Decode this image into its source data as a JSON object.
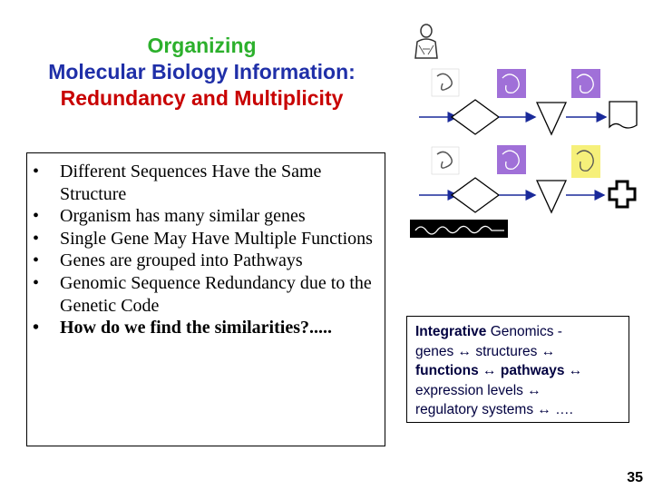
{
  "title": {
    "line1": "Organizing",
    "line2": "Molecular Biology Information:",
    "line3": "Redundancy and Multiplicity",
    "color_line1": "#2cb02c",
    "color_line2": "#1f2fa8",
    "color_line3": "#c80000"
  },
  "bullets": [
    "Different Sequences Have the Same Structure",
    "Organism has many similar genes",
    "Single Gene May Have Multiple Functions",
    "Genes are grouped into Pathways",
    "Genomic Sequence Redundancy due to the Genetic Code",
    "How do we find the similarities?....."
  ],
  "bullet_glyph": "•",
  "infobox": {
    "line1_bold": "Integrative",
    "line1_rest": " Genomics -",
    "line2": "genes ↔ structures ↔",
    "line3": "functions ↔ pathways ↔",
    "line4": "expression levels ↔",
    "line5": "regulatory systems ↔ ….",
    "text_color": "#000040"
  },
  "page_number": "35",
  "diagram": {
    "arrow_color": "#1a2a9a",
    "structure_bg": "#a070d8",
    "structure_bg_yellow": "#f6f07a",
    "icons": [
      "human-figure-icon",
      "protein-structure-icon",
      "diamond-icon",
      "triangle-icon",
      "document-icon",
      "cross-icon",
      "dna-sequence-icon"
    ]
  }
}
